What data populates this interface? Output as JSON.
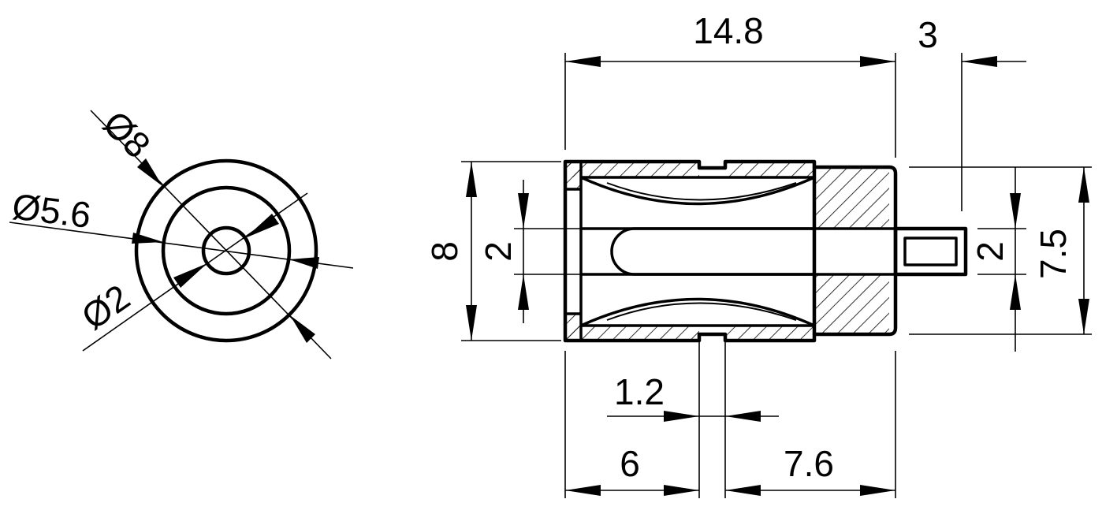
{
  "end_view": {
    "dim_outer_diameter": "Ø8",
    "dim_middle_diameter": "Ø5.6",
    "dim_inner_diameter": "Ø2"
  },
  "side_view": {
    "dim_total_length": "14.8",
    "dim_pin_length": "3",
    "dim_outer_height": "8",
    "dim_slot_height": "2",
    "dim_pin_height": "2",
    "dim_flange_height": "7.5",
    "dim_groove_width": "1.2",
    "dim_left_to_groove": "6",
    "dim_groove_to_right": "7.6"
  }
}
